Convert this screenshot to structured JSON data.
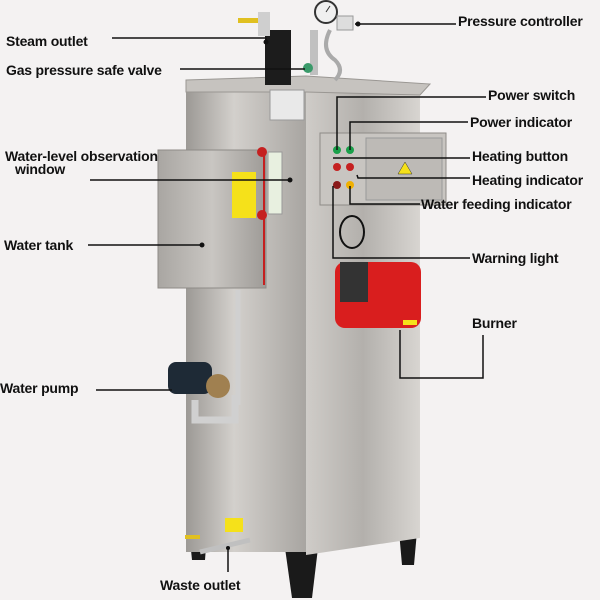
{
  "labels": {
    "steam_outlet": "Steam outlet",
    "gas_pressure_safe_valve": "Gas pressure safe valve",
    "pressure_controller": "Pressure controller",
    "power_switch": "Power switch",
    "power_indicator": "Power indicator",
    "water_level_window_line1": "Water-level observation",
    "water_level_window_line2": "window",
    "heating_button": "Heating button",
    "heating_indicator": "Heating indicator",
    "water_feeding_indicator": "Water feeding indicator",
    "water_tank": "Water tank",
    "warning_light": "Warning light",
    "burner": "Burner",
    "water_pump": "Water pump",
    "waste_outlet": "Waste outlet"
  },
  "colors": {
    "background": "#f4f2f2",
    "steel": "#b9b6b2",
    "burner_red": "#d91e1e",
    "warning_yellow": "#f5e11a",
    "leader_line": "#111111"
  }
}
